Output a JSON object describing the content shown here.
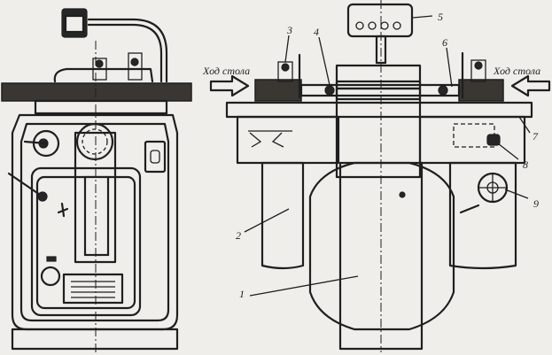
{
  "labels": {
    "table_travel_left": "Ход стола",
    "table_travel_right": "Ход стола",
    "n1": "1",
    "n2": "2",
    "n3": "3",
    "n4": "4",
    "n5": "5",
    "n6": "6",
    "n7": "7",
    "n8": "8",
    "n9": "9"
  },
  "colors": {
    "ink": "#1f1f1f",
    "paper": "#efeeea",
    "wood": "#3a3632"
  }
}
